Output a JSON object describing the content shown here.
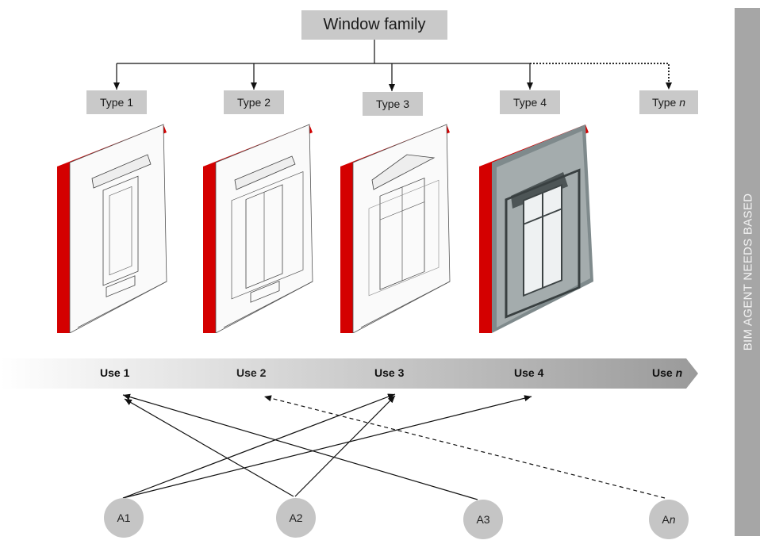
{
  "root": {
    "label": "Window family"
  },
  "types": [
    {
      "label": "Type 1"
    },
    {
      "label": "Type 2"
    },
    {
      "label": "Type 3"
    },
    {
      "label": "Type 4"
    },
    {
      "prefix": "Type ",
      "italic": "n"
    }
  ],
  "uses": [
    {
      "label": "Use 1"
    },
    {
      "label": "Use 2"
    },
    {
      "label": "Use 3"
    },
    {
      "label": "Use 4"
    },
    {
      "prefix": "Use ",
      "italic": "n"
    }
  ],
  "agents": [
    {
      "label": "A1"
    },
    {
      "label": "A2"
    },
    {
      "label": "A3"
    },
    {
      "prefix": "A",
      "italic": "n"
    }
  ],
  "side_label": "BIM AGENT NEEDS BASED",
  "colors": {
    "box": "#c9c9c9",
    "accent_red": "#d40000",
    "side_bar": "#a6a6a6",
    "agent": "#c5c5c5"
  }
}
